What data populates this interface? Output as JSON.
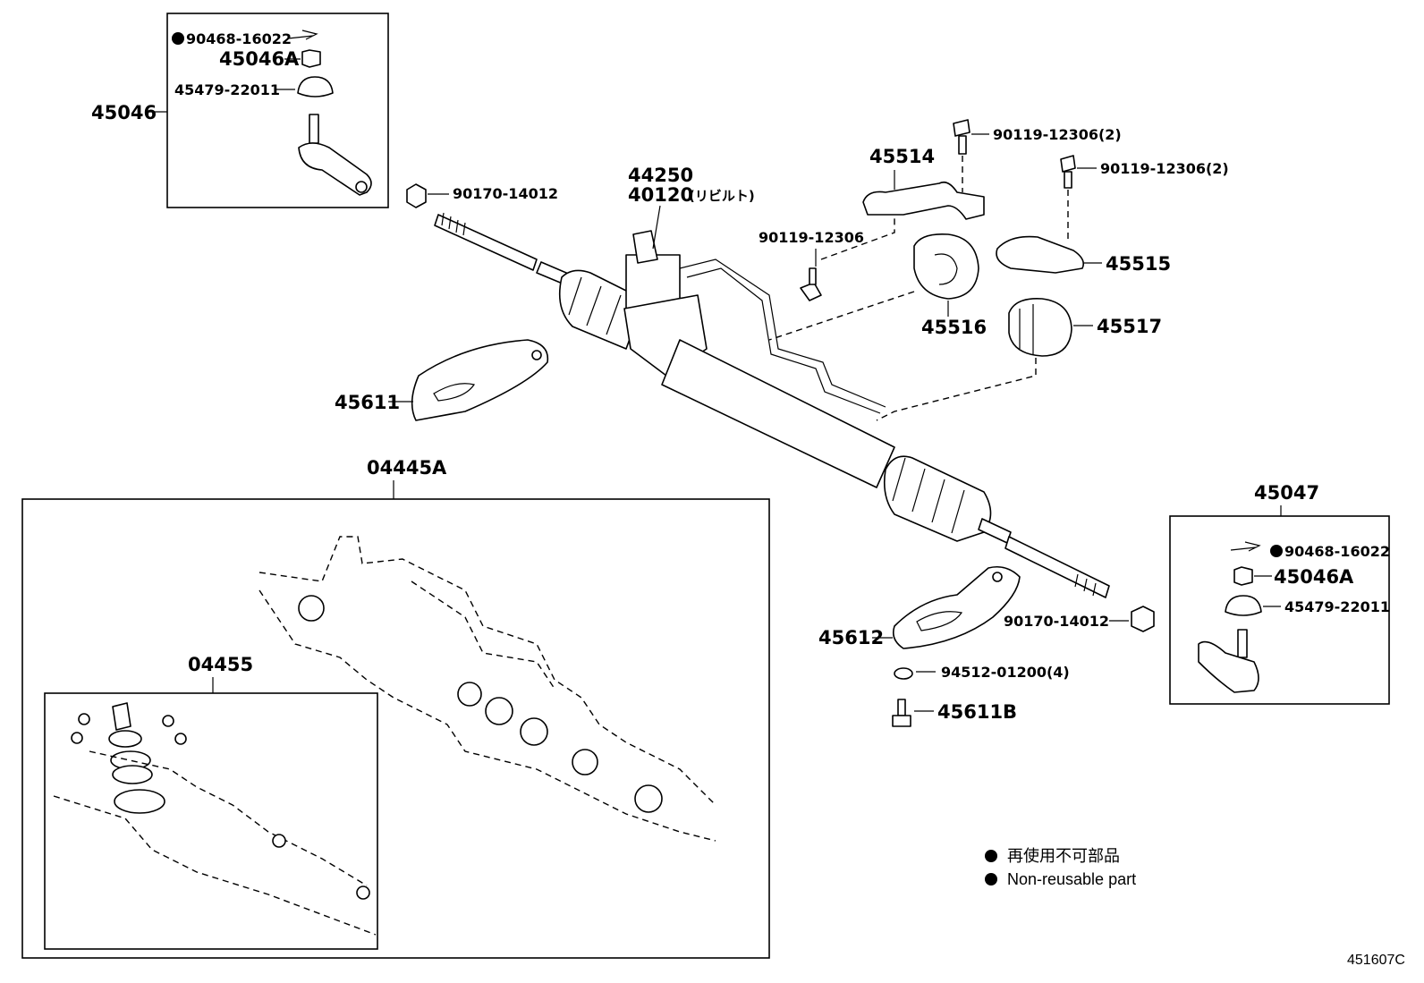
{
  "labels": {
    "tie_rod_end_lh": "45046",
    "cotter_pin_lh": "90468-16022",
    "nut_lh": "45046A",
    "boot_lh": "45479-22011",
    "nut_rod_lh": "90170-14012",
    "gear_valve": "44250",
    "rack_rebuilt": "40120",
    "rebuilt_note": "(リビルト)",
    "bracket_45514": "45514",
    "bolt_a": "90119-12306(2)",
    "bolt_b": "90119-12306(2)",
    "bolt_c": "90119-12306",
    "bracket_45515": "45515",
    "grommet_45516": "45516",
    "grommet_45517": "45517",
    "plate_45611": "45611",
    "gasket_kit": "04445A",
    "seal_kit": "04455",
    "tie_rod_end_rh": "45047",
    "cotter_pin_rh": "90468-16022",
    "nut_rh": "45046A",
    "boot_rh": "45479-22011",
    "nut_rod_rh": "90170-14012",
    "plate_45612": "45612",
    "washer": "94512-01200(4)",
    "bolt_45611b": "45611B"
  },
  "legend": {
    "jp": "再使用不可部品",
    "en": "Non-reusable part"
  },
  "diagram_code": "451607C"
}
